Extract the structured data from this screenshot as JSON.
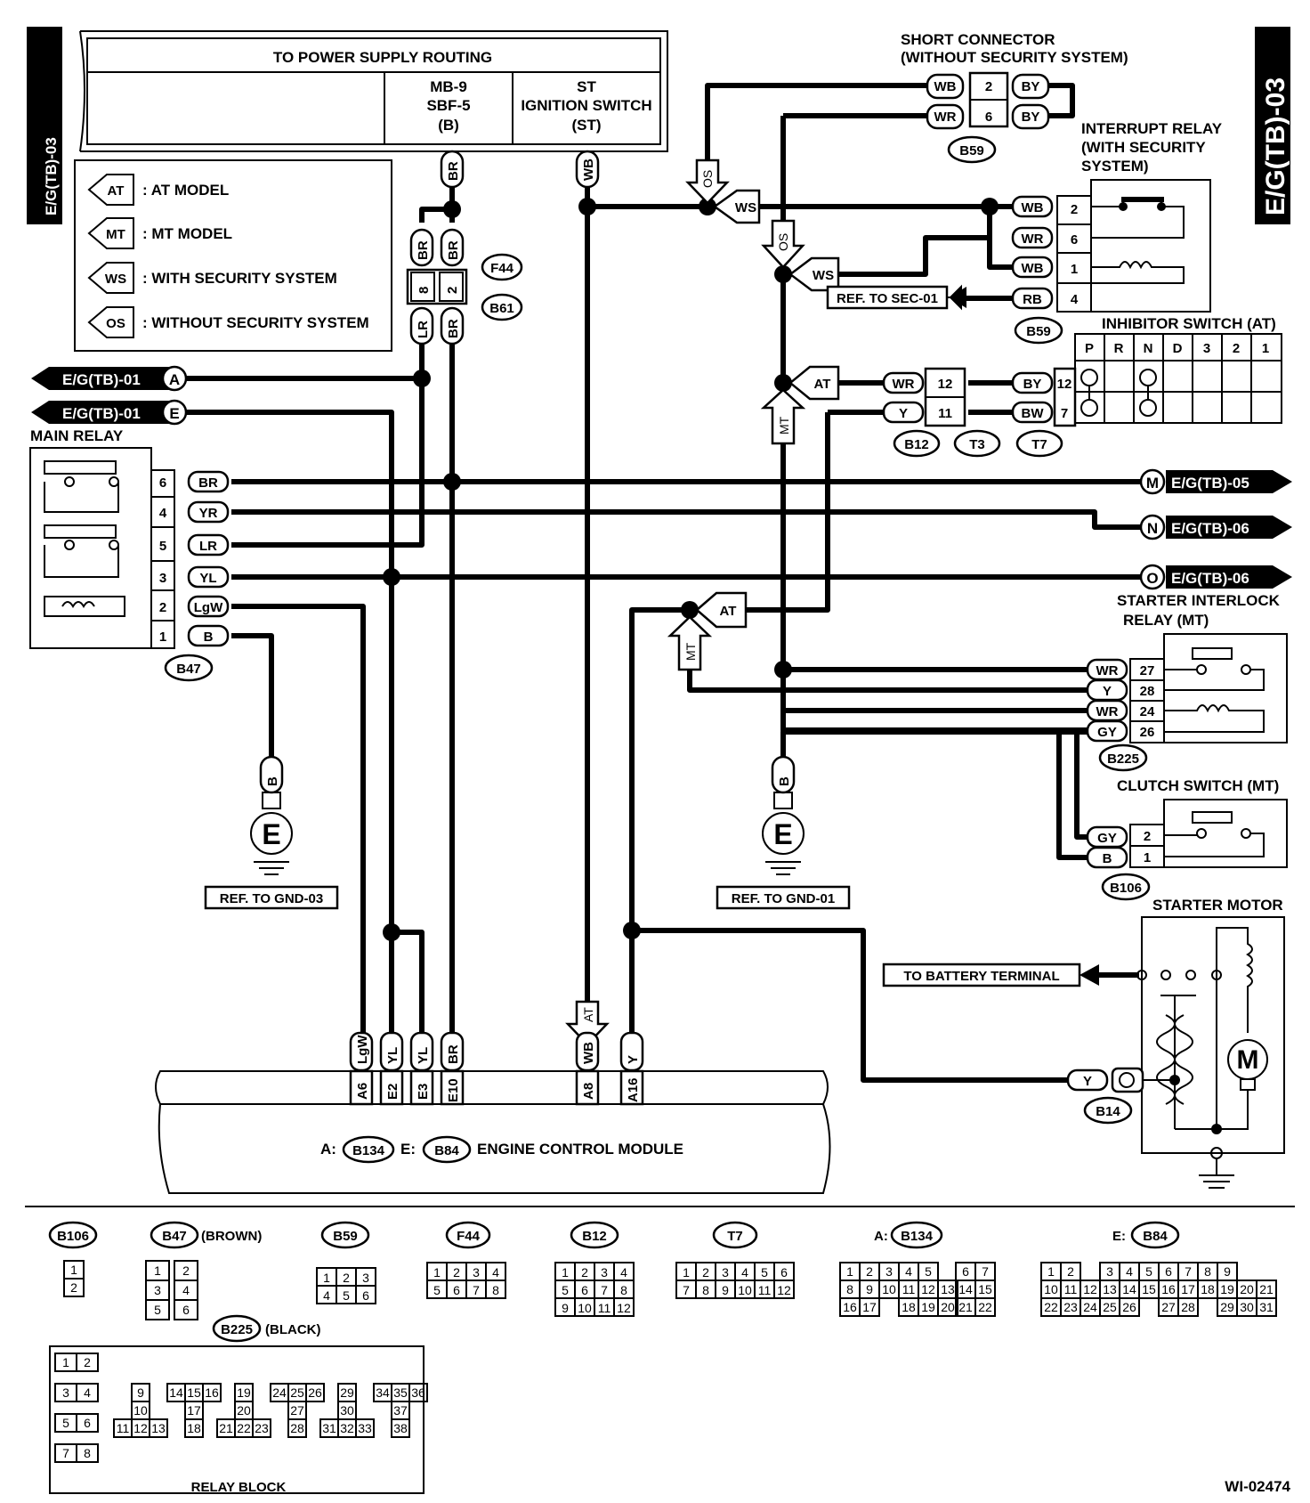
{
  "page_tag": "E/G(TB)-03",
  "figure_id": "WI-02474",
  "power_supply": {
    "title": "TO POWER SUPPLY ROUTING",
    "col1": [
      "MB-9",
      "SBF-5",
      "(B)"
    ],
    "col2": [
      "ST",
      "IGNITION SWITCH",
      "(ST)"
    ]
  },
  "legend": [
    {
      "code": "AT",
      "text": ": AT MODEL"
    },
    {
      "code": "MT",
      "text": ": MT MODEL"
    },
    {
      "code": "WS",
      "text": ": WITH SECURITY SYSTEM"
    },
    {
      "code": "OS",
      "text": ": WITHOUT SECURITY SYSTEM"
    }
  ],
  "offpage": {
    "a": {
      "ref": "E/G(TB)-01",
      "letter": "A"
    },
    "e": {
      "ref": "E/G(TB)-01",
      "letter": "E"
    },
    "m": {
      "ref": "E/G(TB)-05",
      "letter": "M"
    },
    "n": {
      "ref": "E/G(TB)-06",
      "letter": "N"
    },
    "o": {
      "ref": "E/G(TB)-06",
      "letter": "O"
    }
  },
  "main_relay": {
    "title": "MAIN RELAY",
    "connector": "B47",
    "pins": [
      {
        "pin": "6",
        "wire": "BR"
      },
      {
        "pin": "4",
        "wire": "YR"
      },
      {
        "pin": "5",
        "wire": "LR"
      },
      {
        "pin": "3",
        "wire": "YL"
      },
      {
        "pin": "2",
        "wire": "LgW"
      },
      {
        "pin": "1",
        "wire": "B"
      }
    ]
  },
  "connectors_mid": {
    "f44": "F44",
    "b61": "B61",
    "pin8": "8",
    "pin2": "2"
  },
  "short_connector": {
    "title": [
      "SHORT CONNECTOR",
      "(WITHOUT SECURITY SYSTEM)"
    ],
    "connector": "B59",
    "rows": [
      {
        "left": "WB",
        "pin": "2",
        "right": "BY"
      },
      {
        "left": "WR",
        "pin": "6",
        "right": "BY"
      }
    ]
  },
  "interrupt_relay": {
    "title": [
      "INTERRUPT RELAY",
      "(WITH SECURITY",
      "SYSTEM)"
    ],
    "connector": "B59",
    "rows": [
      {
        "wire": "WB",
        "pin": "2"
      },
      {
        "wire": "WR",
        "pin": "6"
      },
      {
        "wire": "WB",
        "pin": "1"
      },
      {
        "wire": "RB",
        "pin": "4"
      }
    ],
    "ref": "REF. TO SEC-01"
  },
  "inhibitor_switch": {
    "title": "INHIBITOR SWITCH (AT)",
    "positions": [
      "P",
      "R",
      "N",
      "D",
      "3",
      "2",
      "1"
    ],
    "left_rows": [
      {
        "wire": "WR",
        "pin": "12"
      },
      {
        "wire": "Y",
        "pin": "11"
      }
    ],
    "right_rows": [
      {
        "wire": "BY",
        "pin": "12"
      },
      {
        "wire": "BW",
        "pin": "7"
      }
    ],
    "connectors": [
      "B12",
      "T3",
      "T7"
    ]
  },
  "starter_interlock": {
    "title": [
      "STARTER INTERLOCK",
      "RELAY (MT)"
    ],
    "connector": "B225",
    "rows": [
      {
        "wire": "WR",
        "pin": "27"
      },
      {
        "wire": "Y",
        "pin": "28"
      },
      {
        "wire": "WR",
        "pin": "24"
      },
      {
        "wire": "GY",
        "pin": "26"
      }
    ]
  },
  "clutch_switch": {
    "title": "CLUTCH SWITCH (MT)",
    "connector": "B106",
    "rows": [
      {
        "wire": "GY",
        "pin": "2"
      },
      {
        "wire": "B",
        "pin": "1"
      }
    ]
  },
  "starter_motor": {
    "title": "STARTER MOTOR",
    "battery": "TO BATTERY TERMINAL",
    "connector": "B14",
    "wire": "Y",
    "motor": "M"
  },
  "grounds": [
    {
      "wire": "B",
      "letter": "E",
      "ref": "REF. TO GND-03"
    },
    {
      "wire": "B",
      "letter": "E",
      "ref": "REF. TO GND-01"
    }
  ],
  "ecm": {
    "title": "ENGINE CONTROL MODULE",
    "a_label": "A:",
    "a_conn": "B134",
    "e_label": "E:",
    "e_conn": "B84",
    "pins": [
      {
        "wire": "LgW",
        "pin": "A6"
      },
      {
        "wire": "YL",
        "pin": "E2"
      },
      {
        "wire": "YL",
        "pin": "E3"
      },
      {
        "wire": "BR",
        "pin": "E10"
      },
      {
        "wire": "WB",
        "pin": "A8"
      },
      {
        "wire": "Y",
        "pin": "A16"
      }
    ]
  },
  "wire_tags": {
    "br_top": "BR",
    "wb_top": "WB",
    "br_f44a": "BR",
    "br_f44b": "BR",
    "lr_b61": "LR",
    "br_b61": "BR"
  },
  "arrows": {
    "os1": "OS",
    "ws1": "WS",
    "os2": "OS",
    "ws2": "WS",
    "at1": "AT",
    "mt1": "MT",
    "at2": "AT",
    "mt2": "MT",
    "at3": "AT"
  },
  "connector_views": {
    "b106": {
      "label": "B106",
      "cells": [
        "1",
        "2"
      ]
    },
    "b47": {
      "label": "B47",
      "note": "(BROWN)",
      "cells": [
        "1",
        "2",
        "3",
        "4",
        "5",
        "6"
      ]
    },
    "b225": {
      "label": "B225",
      "note": "(BLACK)"
    },
    "b59": {
      "label": "B59",
      "cells": [
        "1",
        "2",
        "3",
        "4",
        "5",
        "6"
      ]
    },
    "f44": {
      "label": "F44",
      "cells": [
        "1",
        "2",
        "3",
        "4",
        "5",
        "6",
        "7",
        "8"
      ]
    },
    "b12": {
      "label": "B12",
      "cells": [
        "1",
        "2",
        "3",
        "4",
        "5",
        "6",
        "7",
        "8",
        "9",
        "10",
        "11",
        "12"
      ]
    },
    "t7": {
      "label": "T7",
      "cells": [
        "1",
        "2",
        "3",
        "4",
        "5",
        "6",
        "7",
        "8",
        "9",
        "10",
        "11",
        "12"
      ]
    },
    "b134": {
      "prefix": "A:",
      "label": "B134",
      "row1": [
        "1",
        "2",
        "3",
        "4",
        "5",
        "6",
        "7"
      ],
      "row2": [
        "8",
        "9",
        "10",
        "11",
        "12",
        "13",
        "14",
        "15"
      ],
      "row3": [
        "16",
        "17",
        "18",
        "19",
        "20",
        "21",
        "22"
      ]
    },
    "b84": {
      "prefix": "E:",
      "label": "B84",
      "row1": [
        "1",
        "2",
        "3",
        "4",
        "5",
        "6",
        "7",
        "8",
        "9"
      ],
      "row2": [
        "10",
        "11",
        "12",
        "13",
        "14",
        "15",
        "16",
        "17",
        "18",
        "19",
        "20",
        "21"
      ],
      "row3": [
        "22",
        "23",
        "24",
        "25",
        "26",
        "27",
        "28",
        "29",
        "30",
        "31"
      ]
    },
    "relay_block": {
      "label": "RELAY BLOCK",
      "left": [
        "1",
        "2",
        "3",
        "4",
        "5",
        "6",
        "7",
        "8"
      ],
      "groups": [
        {
          "top": [
            "9"
          ],
          "mid": [
            "10"
          ],
          "bot": [
            "11",
            "12",
            "13"
          ]
        },
        {
          "top": [
            "14",
            "15",
            "16"
          ],
          "mid": [
            "17"
          ],
          "bot": [
            "18"
          ]
        },
        {
          "top": [
            "19"
          ],
          "mid": [
            "20"
          ],
          "bot": [
            "21",
            "22",
            "23"
          ]
        },
        {
          "top": [
            "24",
            "25",
            "26"
          ],
          "mid": [
            "27"
          ],
          "bot": [
            "28"
          ]
        },
        {
          "top": [
            "29"
          ],
          "mid": [
            "30"
          ],
          "bot": [
            "31",
            "32",
            "33"
          ]
        },
        {
          "top": [
            "34",
            "35",
            "36"
          ],
          "mid": [
            "37"
          ],
          "bot": [
            "38"
          ]
        }
      ]
    }
  }
}
